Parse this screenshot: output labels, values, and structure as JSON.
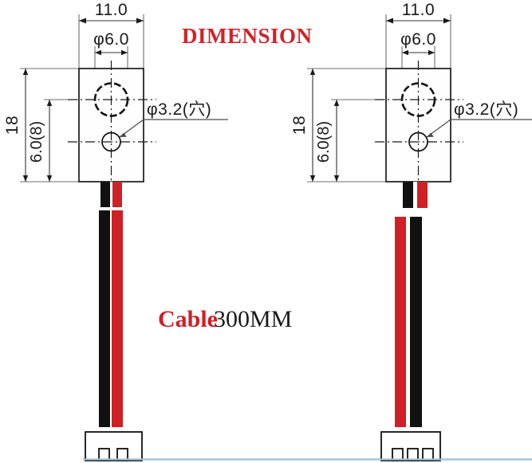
{
  "title": {
    "label": "DIMENSION",
    "color": "#d61f26"
  },
  "cable_note": {
    "prefix": "Cable",
    "prefix_color": "#cc2026",
    "value": "300MM",
    "value_color": "#1a1a1a"
  },
  "views": [
    {
      "name": "left-view",
      "dimensions": {
        "width_overall": "11.0",
        "hole_large_diameter": "φ6.0",
        "height_overall": "18",
        "hole_offset": "6.0(8)",
        "hole_small_callout": "φ3.2(穴)"
      },
      "connector": {
        "pin_count": 2
      },
      "wires": [
        {
          "name": "wire-black",
          "color": "#111111"
        },
        {
          "name": "wire-red",
          "color": "#cf2026"
        }
      ]
    },
    {
      "name": "right-view",
      "dimensions": {
        "width_overall": "11.0",
        "hole_large_diameter": "φ6.0",
        "height_overall": "18",
        "hole_offset": "6.0(8)",
        "hole_small_callout": "φ3.2(穴)"
      },
      "connector": {
        "pin_count": 3
      },
      "wires": [
        {
          "name": "wire-black",
          "color": "#111111"
        },
        {
          "name": "wire-white",
          "color": "#ffffff"
        },
        {
          "name": "wire-red",
          "color": "#cf2026"
        }
      ]
    }
  ],
  "colors": {
    "line": "#1a1a1a",
    "extension_line": "#6e6e6e",
    "wire_red": "#cf2026",
    "wire_black": "#111111",
    "baseline": "#9fc0d4",
    "accent_red": "#cc2026"
  }
}
